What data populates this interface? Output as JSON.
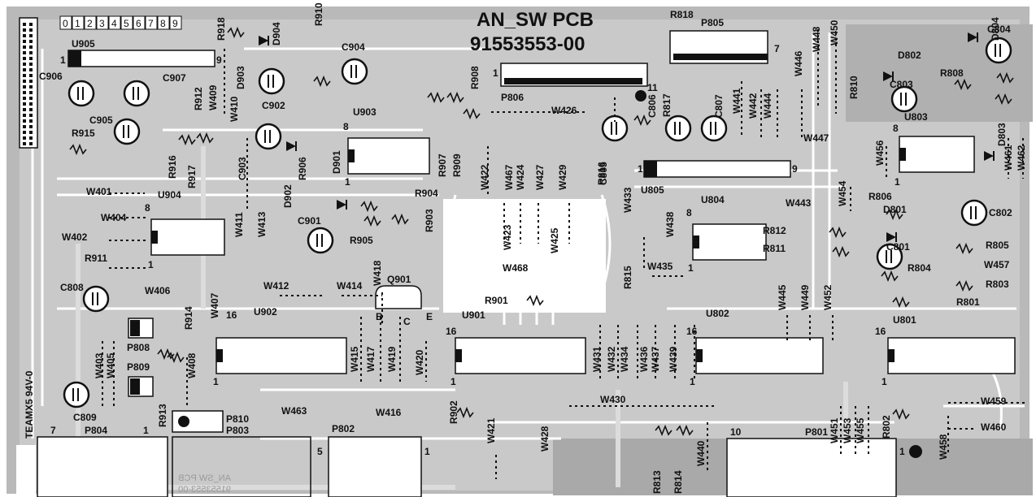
{
  "board": {
    "title_line1": "AN_SW PCB",
    "title_line2": "91553553-00",
    "digit_strip": [
      "0",
      "1",
      "2",
      "3",
      "4",
      "5",
      "6",
      "7",
      "8",
      "9"
    ],
    "side_marking": "TEAMX5 94V-0",
    "mirrored_line1": "AN_SW PCB",
    "mirrored_line2": "91553553-00"
  },
  "chips": [
    {
      "id": "U905",
      "label": "U905",
      "pin_a": "1",
      "pin_b": "9"
    },
    {
      "id": "U903",
      "label": "U903",
      "pin_a": "8",
      "pin_b": "1"
    },
    {
      "id": "U904",
      "label": "U904",
      "pin_a": "8",
      "pin_b": "1"
    },
    {
      "id": "U805",
      "label": "U805",
      "pin_a": "1",
      "pin_b": "9"
    },
    {
      "id": "U804",
      "label": "U804",
      "pin_a": "8",
      "pin_b": "1"
    },
    {
      "id": "U803",
      "label": "U803",
      "pin_a": "8",
      "pin_b": "1"
    },
    {
      "id": "U902",
      "label": "U902",
      "pin_a": "16",
      "pin_b": "1"
    },
    {
      "id": "U901",
      "label": "U901",
      "pin_a": "16",
      "pin_b": "1"
    },
    {
      "id": "U802",
      "label": "U802",
      "pin_a": "16",
      "pin_b": "1"
    },
    {
      "id": "U801",
      "label": "U801",
      "pin_a": "16",
      "pin_b": "1"
    },
    {
      "id": "P806",
      "label": "P806",
      "pin_a": "1",
      "pin_b": "11"
    },
    {
      "id": "P805",
      "label": "P805",
      "pin_a": "",
      "pin_b": "7"
    }
  ],
  "connectors": [
    {
      "label": "P804",
      "pin_a": "7",
      "pin_b": "1"
    },
    {
      "label": "P802",
      "pin_a": "5",
      "pin_b": "1"
    },
    {
      "label": "P801",
      "pin_a": "10",
      "pin_b": "1"
    }
  ],
  "capacitors": [
    "C906",
    "C907",
    "C905",
    "C904",
    "C902",
    "C903",
    "C901",
    "C805",
    "C806",
    "C807",
    "C804",
    "C803",
    "C802",
    "C801",
    "C808",
    "C809"
  ],
  "resistors": [
    "R918",
    "R910",
    "R912",
    "R915",
    "R916",
    "R917",
    "R906",
    "R907",
    "R909",
    "R908",
    "R904",
    "R903",
    "R905",
    "R911",
    "R914",
    "R913",
    "R902",
    "R901",
    "R818",
    "R817",
    "R816",
    "R810",
    "R808",
    "R806",
    "R812",
    "R811",
    "R805",
    "R804",
    "R803",
    "R801",
    "R815",
    "R813",
    "R814",
    "R802"
  ],
  "diodes": [
    "D904",
    "D903",
    "D902",
    "D901",
    "D804",
    "D802",
    "D803",
    "D801"
  ],
  "jumpers": [
    "W409",
    "W410",
    "W401",
    "W404",
    "W402",
    "W411",
    "W413",
    "W406",
    "W407",
    "W403",
    "W405",
    "W408",
    "W412",
    "W414",
    "W418",
    "W415",
    "W417",
    "W419",
    "W420",
    "W416",
    "W421",
    "W422",
    "W467",
    "W424",
    "W427",
    "W429",
    "W423",
    "W425",
    "W468",
    "W426",
    "W428",
    "W430",
    "W431",
    "W432",
    "W434",
    "W436",
    "W437",
    "W439",
    "W433",
    "W438",
    "W435",
    "W440",
    "W441",
    "W442",
    "W444",
    "W446",
    "W448",
    "W450",
    "W447",
    "W443",
    "W454",
    "W456",
    "W445",
    "W449",
    "W452",
    "W451",
    "W453",
    "W455",
    "W457",
    "W459",
    "W460",
    "W461",
    "W462",
    "W458",
    "W463"
  ],
  "other": {
    "transistor": "Q901",
    "pins_bce": [
      "B",
      "C",
      "E"
    ],
    "test_points": [
      "P808",
      "P809",
      "P810",
      "P803"
    ]
  }
}
